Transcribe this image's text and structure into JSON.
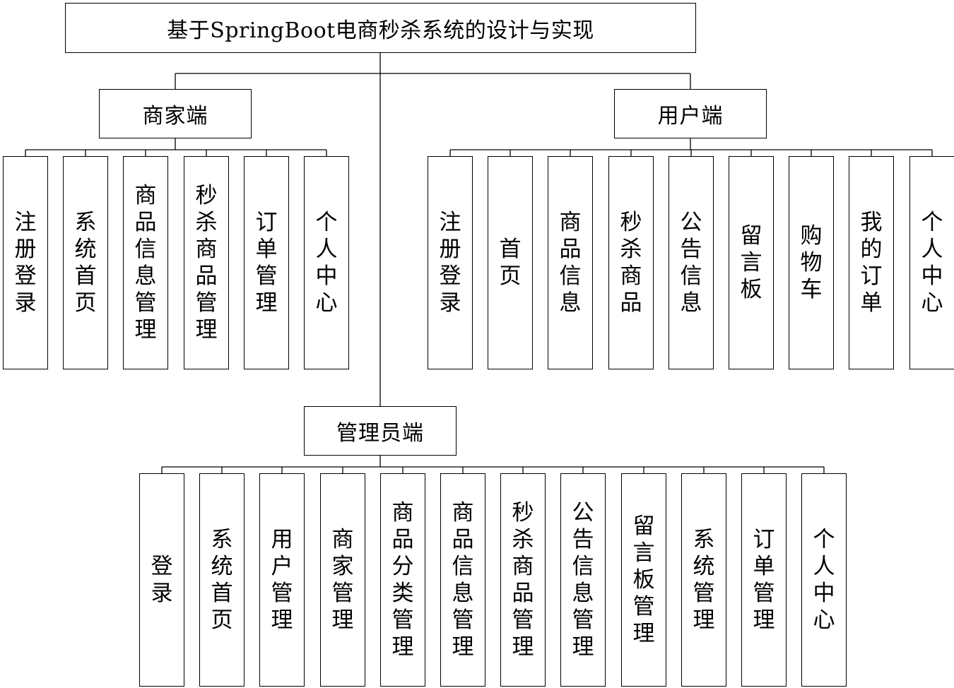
{
  "diagram": {
    "title": "基于SpringBoot电商秒杀系统的设计与实现",
    "merchant": {
      "label": "商家端",
      "items": [
        "注册登录",
        "系统首页",
        "商品信息管理",
        "秒杀商品管理",
        "订单管理",
        "个人中心"
      ]
    },
    "user": {
      "label": "用户端",
      "items": [
        "注册登录",
        "首页",
        "商品信息",
        "秒杀商品",
        "公告信息",
        "留言板",
        "购物车",
        "我的订单",
        "个人中心"
      ]
    },
    "admin": {
      "label": "管理员端",
      "items": [
        "登录",
        "系统首页",
        "用户管理",
        "商家管理",
        "商品分类管理",
        "商品信息管理",
        "秒杀商品管理",
        "公告信息管理",
        "留言板管理",
        "系统管理",
        "订单管理",
        "个人中心"
      ]
    }
  }
}
